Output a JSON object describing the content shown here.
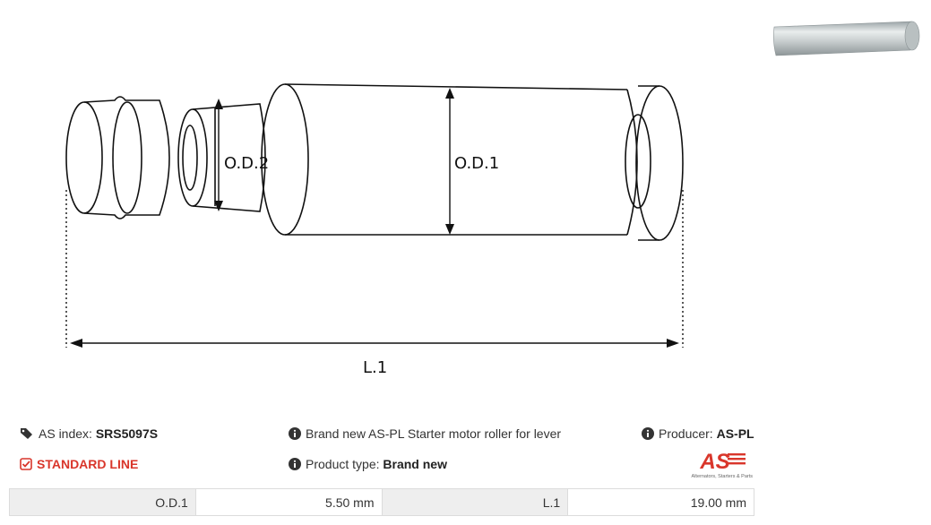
{
  "diagram": {
    "label_od2": "O.D.2",
    "label_od1": "O.D.1",
    "label_l1": "L.1"
  },
  "thumbnail": {
    "icon": "steel-pin-photo"
  },
  "info": {
    "as_index_prefix": "AS index:",
    "as_index_value": "SRS5097S",
    "standard_line": "STANDARD LINE",
    "description": "Brand new AS-PL Starter motor roller for lever",
    "product_type_prefix": "Product type:",
    "product_type_value": "Brand new",
    "producer_prefix": "Producer:",
    "producer_value": "AS-PL"
  },
  "logo": {
    "text": "AS",
    "tagline": "Alternators, Starters & Parts",
    "color": "#d9362b"
  },
  "specs": [
    {
      "label": "O.D.1",
      "value": "5.50  mm"
    },
    {
      "label": "L.1",
      "value": "19.00 mm"
    }
  ]
}
